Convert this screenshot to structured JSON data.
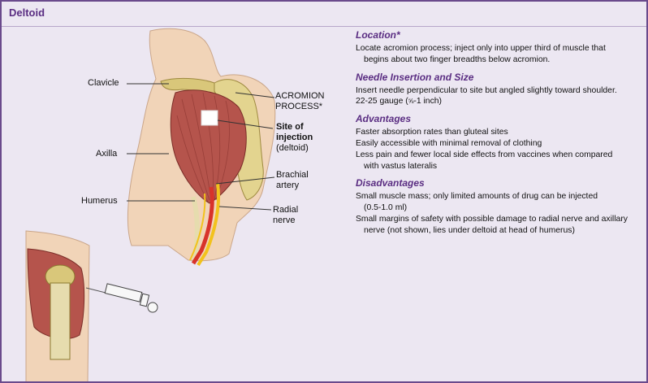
{
  "title": "Deltoid",
  "labels": {
    "clavicle": "Clavicle",
    "acromion_1": "ACROMION",
    "acromion_2": "PROCESS*",
    "site_1": "Site of",
    "site_2": "injection",
    "site_3": "(deltoid)",
    "axilla": "Axilla",
    "brachial_1": "Brachial",
    "brachial_2": "artery",
    "humerus": "Humerus",
    "radial_1": "Radial",
    "radial_2": "nerve"
  },
  "sections": {
    "location": {
      "heading": "Location*",
      "line1": "Locate acromion process; inject only into upper third of muscle that",
      "line1b": "begins about two finger breadths below acromion."
    },
    "needle": {
      "heading": "Needle Insertion and Size",
      "line1": "Insert needle perpendicular to site but angled slightly toward shoulder.",
      "line2_a": "22-25 gauge (",
      "line2_frac": "⅝",
      "line2_b": "-1 inch)"
    },
    "advantages": {
      "heading": "Advantages",
      "line1": "Faster absorption rates than gluteal sites",
      "line2": "Easily accessible with minimal removal of clothing",
      "line3": "Less pain and fewer local side effects from vaccines when compared",
      "line3b": "with vastus lateralis"
    },
    "disadvantages": {
      "heading": "Disadvantages",
      "line1": "Small muscle mass; only limited amounts of drug can be injected",
      "line1b": "(0.5-1.0 ml)",
      "line2": "Small margins of safety with possible damage to radial nerve and axillary",
      "line2b": "nerve (not shown, lies under deltoid at head of humerus)"
    }
  },
  "colors": {
    "frame": "#6a4a8c",
    "background": "#ece7f2",
    "heading": "#5a2d82",
    "skin": "#f1d4b8",
    "muscle": "#b5544c",
    "bone": "#d9c77a",
    "artery": "#d8332a",
    "nerve": "#f2c21c"
  }
}
